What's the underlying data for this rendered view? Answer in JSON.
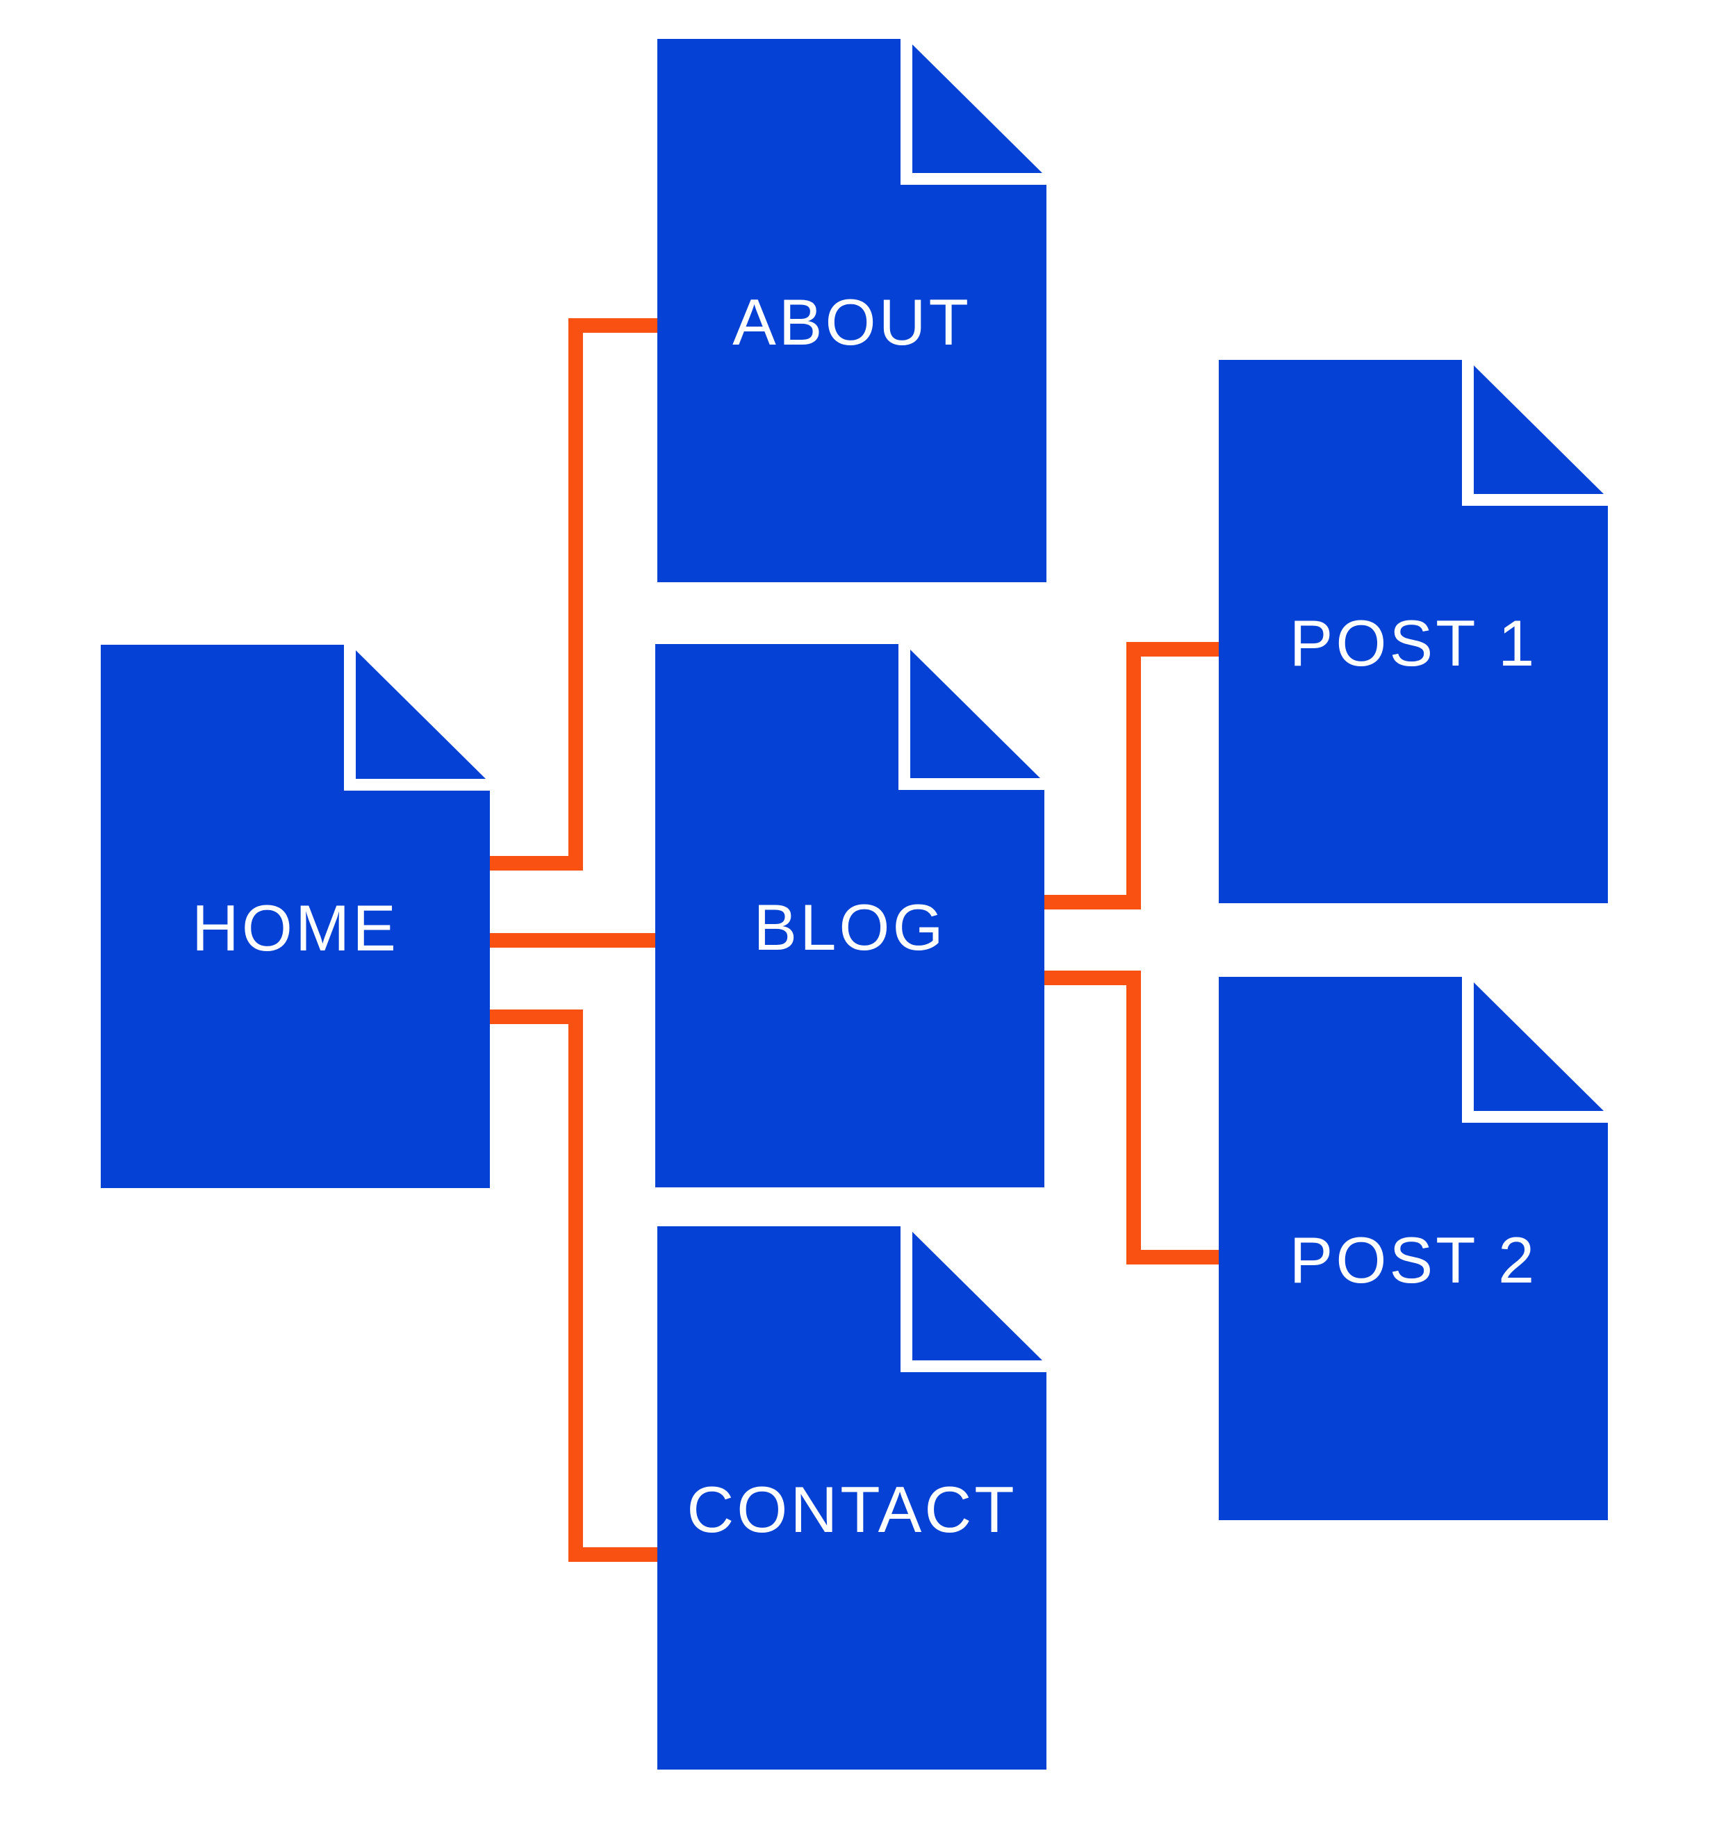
{
  "diagram": {
    "type": "sitemap",
    "background_color": "#FFFFFF",
    "node_fill_color": "#0441D4",
    "connector_color": "#F85111",
    "label_color": "#FFFFFF"
  },
  "nodes": [
    {
      "id": "home",
      "label": "HOME"
    },
    {
      "id": "about",
      "label": "ABOUT"
    },
    {
      "id": "blog",
      "label": "BLOG"
    },
    {
      "id": "contact",
      "label": "CONTACT"
    },
    {
      "id": "post1",
      "label": "POST 1"
    },
    {
      "id": "post2",
      "label": "POST 2"
    }
  ],
  "connections": [
    {
      "from": "HOME",
      "to": "ABOUT"
    },
    {
      "from": "HOME",
      "to": "BLOG"
    },
    {
      "from": "HOME",
      "to": "CONTACT"
    },
    {
      "from": "BLOG",
      "to": "POST 1"
    },
    {
      "from": "BLOG",
      "to": "POST 2"
    }
  ]
}
